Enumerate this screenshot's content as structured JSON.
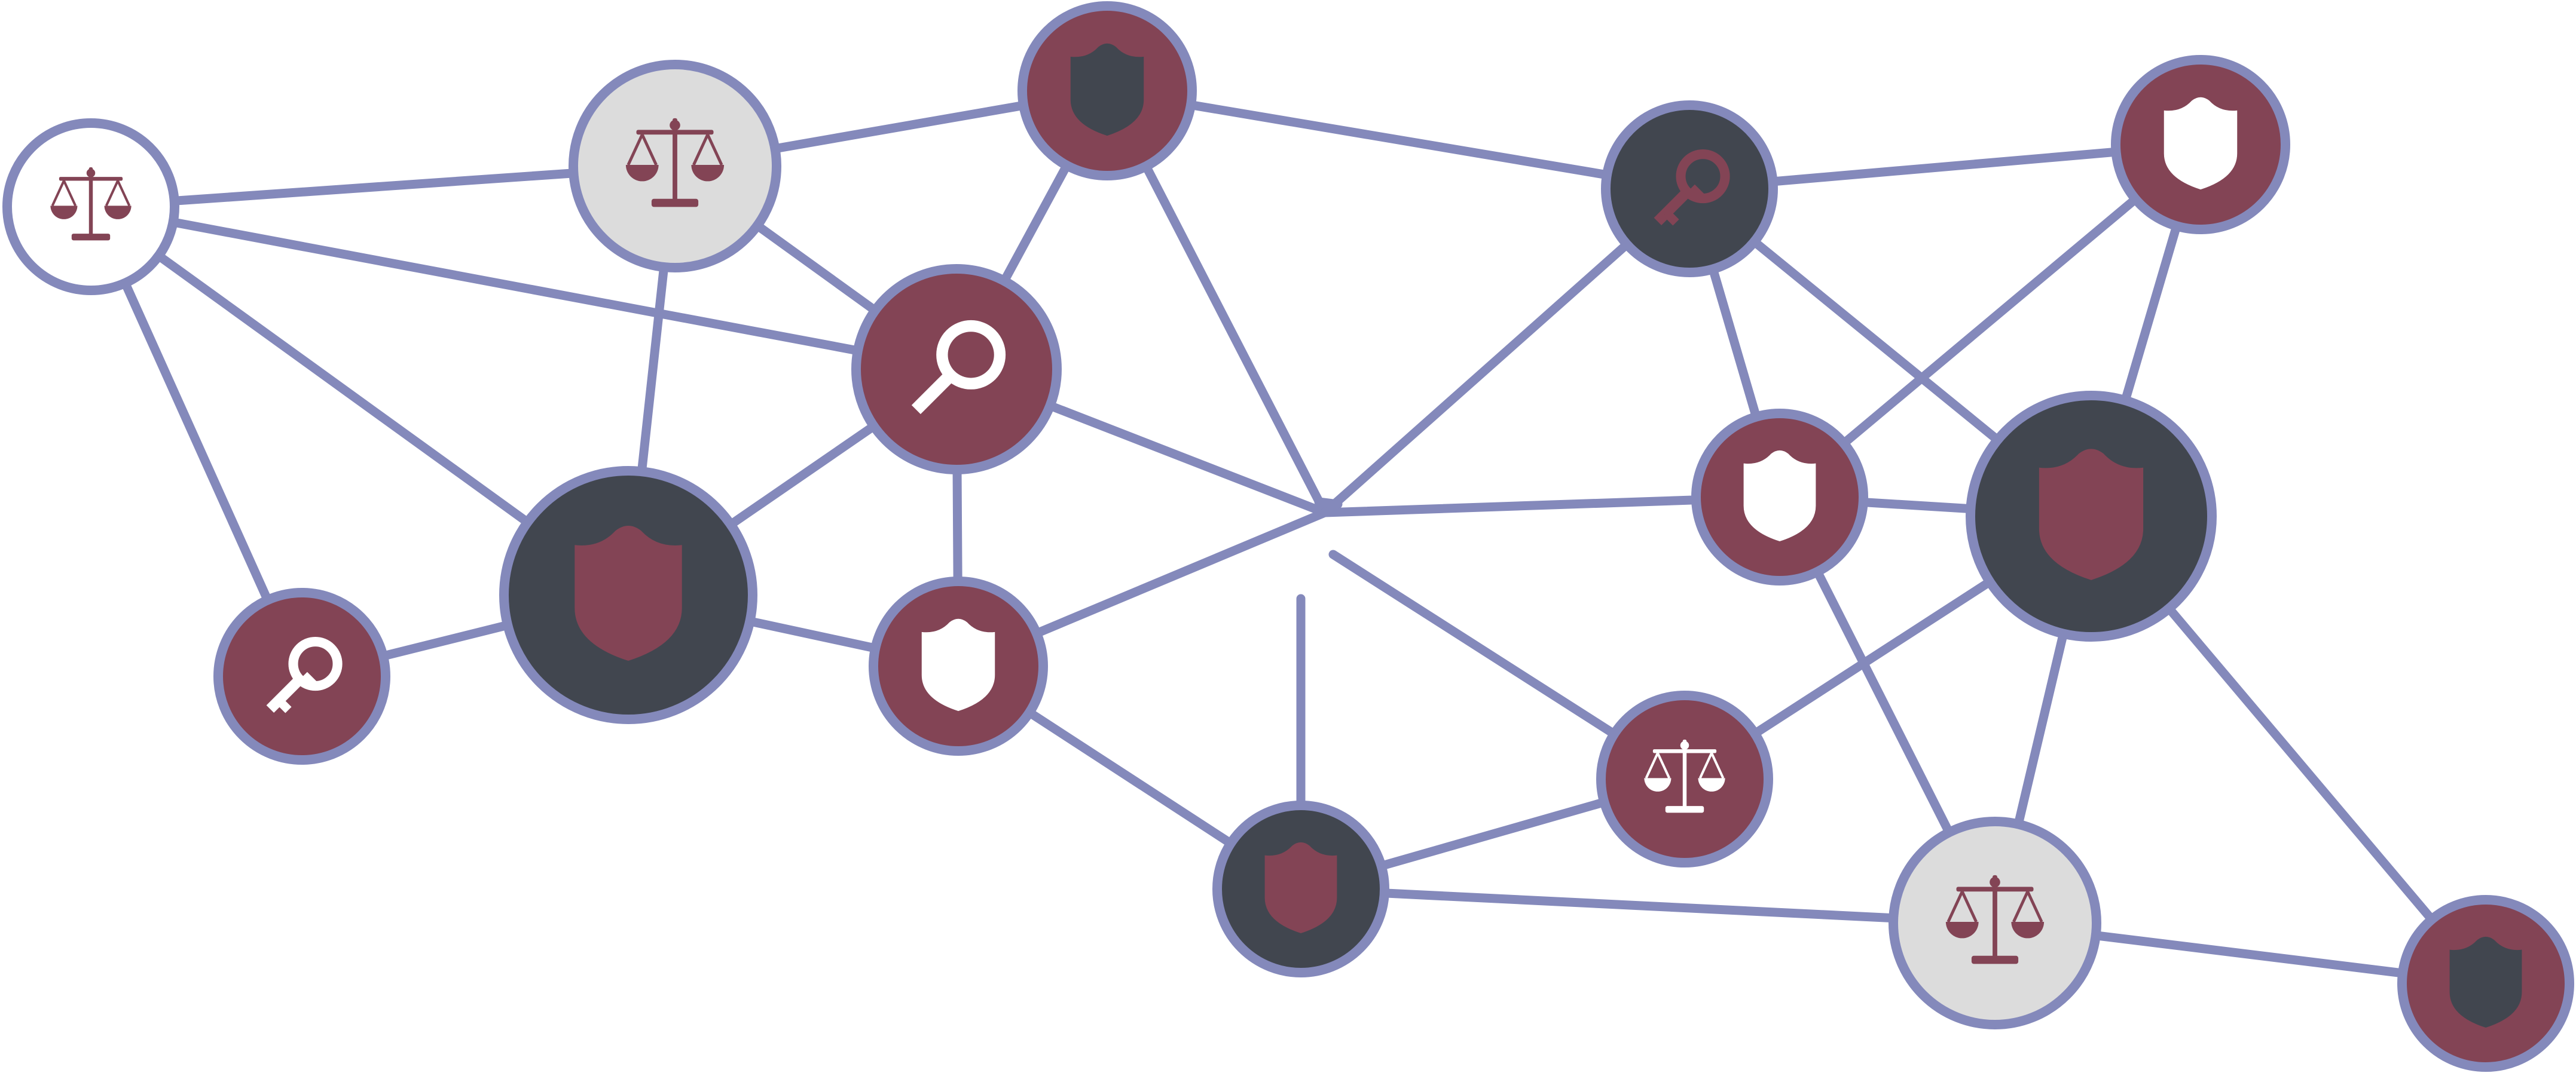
{
  "colors": {
    "background": "#ffffff",
    "edge": "#8489bb",
    "node_border": "#8489bb",
    "maroon": "#834455",
    "slate": "#41464f",
    "light_gray": "#dcdcdc",
    "white": "#ffffff"
  },
  "nodes": [
    {
      "id": "n1",
      "icon": "scales-icon",
      "fill": "white",
      "glyph": "maroon"
    },
    {
      "id": "n2",
      "icon": "scales-icon",
      "fill": "light_gray",
      "glyph": "maroon"
    },
    {
      "id": "n3",
      "icon": "shield-icon",
      "fill": "maroon",
      "glyph": "slate"
    },
    {
      "id": "n4",
      "icon": "magnifier-icon",
      "fill": "maroon",
      "glyph": "white"
    },
    {
      "id": "n5",
      "icon": "key-icon",
      "fill": "maroon",
      "glyph": "white"
    },
    {
      "id": "n6",
      "icon": "shield-icon",
      "fill": "slate",
      "glyph": "maroon"
    },
    {
      "id": "n7",
      "icon": "shield-icon",
      "fill": "maroon",
      "glyph": "white"
    },
    {
      "id": "n8",
      "icon": "shield-icon",
      "fill": "slate",
      "glyph": "maroon"
    },
    {
      "id": "n9",
      "icon": "scales-icon",
      "fill": "maroon",
      "glyph": "white"
    },
    {
      "id": "n10",
      "icon": "key-icon",
      "fill": "slate",
      "glyph": "maroon"
    },
    {
      "id": "n11",
      "icon": "shield-icon",
      "fill": "maroon",
      "glyph": "white"
    },
    {
      "id": "n12",
      "icon": "shield-icon",
      "fill": "maroon",
      "glyph": "white"
    },
    {
      "id": "n13",
      "icon": "shield-icon",
      "fill": "slate",
      "glyph": "maroon"
    },
    {
      "id": "n14",
      "icon": "scales-icon",
      "fill": "light_gray",
      "glyph": "maroon"
    },
    {
      "id": "n15",
      "icon": "shield-icon",
      "fill": "maroon",
      "glyph": "slate"
    }
  ],
  "edges": [
    [
      "n1",
      "n2"
    ],
    [
      "n1",
      "n4"
    ],
    [
      "n1",
      "n5"
    ],
    [
      "n1",
      "n6"
    ],
    [
      "n2",
      "n3"
    ],
    [
      "n2",
      "n4"
    ],
    [
      "n2",
      "n6"
    ],
    [
      "n3",
      "n4"
    ],
    [
      "n3",
      "hub"
    ],
    [
      "n3",
      "n10"
    ],
    [
      "n4",
      "n6"
    ],
    [
      "n4",
      "n7"
    ],
    [
      "n4",
      "hub"
    ],
    [
      "n5",
      "n6"
    ],
    [
      "n6",
      "n7"
    ],
    [
      "n7",
      "hub"
    ],
    [
      "n7",
      "n8"
    ],
    [
      "hub",
      "n10"
    ],
    [
      "hub",
      "n11"
    ],
    [
      "n8",
      "n9"
    ],
    [
      "n8",
      "n14"
    ],
    [
      "n8",
      "stub_a"
    ],
    [
      "n9",
      "stub_b"
    ],
    [
      "n9",
      "n13"
    ],
    [
      "n10",
      "n12"
    ],
    [
      "n10",
      "n11"
    ],
    [
      "n10",
      "n13"
    ],
    [
      "n11",
      "n13"
    ],
    [
      "n11",
      "n12"
    ],
    [
      "n11",
      "n14"
    ],
    [
      "n12",
      "n13"
    ],
    [
      "n13",
      "n14"
    ],
    [
      "n13",
      "n15"
    ],
    [
      "n14",
      "n15"
    ]
  ]
}
